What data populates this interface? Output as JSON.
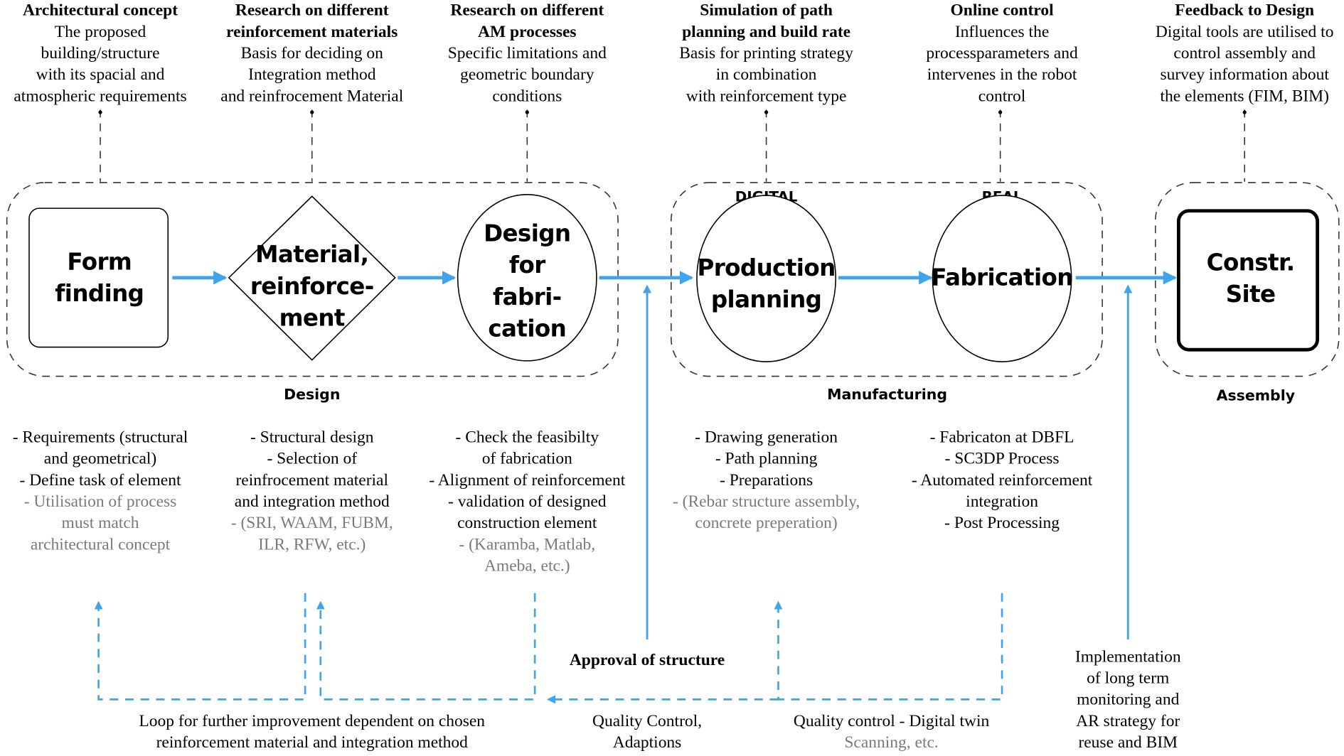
{
  "colors": {
    "accent_blue": "#3fa3ee",
    "text": "#000000",
    "text_muted": "#7a7a7a",
    "group_border": "#333333"
  },
  "top_annotations": [
    {
      "title": [
        "Architectural concept"
      ],
      "lines": [
        "The proposed",
        "building/structure",
        "with its spacial and",
        "atmospheric requirements"
      ]
    },
    {
      "title": [
        "Research on different",
        "reinforcement materials"
      ],
      "lines": [
        "Basis for deciding on",
        "Integration method",
        "and reinfrocement Material"
      ]
    },
    {
      "title": [
        "Research on different",
        "AM processes"
      ],
      "lines": [
        "Specific limitations and",
        "geometric boundary",
        "conditions"
      ]
    },
    {
      "title": [
        "Simulation of path",
        "planning and build rate"
      ],
      "lines": [
        "Basis for printing strategy",
        "in combination",
        "with reinforcement type"
      ]
    },
    {
      "title": [
        "Online control"
      ],
      "lines": [
        "Influences the",
        "processparameters and",
        "intervenes in the robot",
        "control"
      ]
    },
    {
      "title": [
        "Feedback to Design"
      ],
      "lines": [
        "Digital tools are utilised to",
        "control assembly and",
        "survey information about",
        "the elements (FIM, BIM)"
      ]
    }
  ],
  "groups": {
    "design": {
      "label": "Design"
    },
    "manufacturing": {
      "label": "Manufacturing",
      "sublabels": [
        "DIGITAL",
        "REAL"
      ]
    },
    "assembly": {
      "label": "Assembly"
    }
  },
  "nodes": [
    {
      "id": "form-finding",
      "shape": "rounded-rect",
      "lines": [
        "Form",
        "finding"
      ]
    },
    {
      "id": "material-reinforcement",
      "shape": "diamond",
      "lines": [
        "Material,",
        "reinforce-",
        "ment"
      ]
    },
    {
      "id": "design-for-fabrication",
      "shape": "ellipse",
      "lines": [
        "Design",
        "for",
        "fabri-",
        "cation"
      ]
    },
    {
      "id": "production-planning",
      "shape": "ellipse",
      "lines": [
        "Production",
        "planning"
      ]
    },
    {
      "id": "fabrication",
      "shape": "ellipse",
      "lines": [
        "Fabrication"
      ]
    },
    {
      "id": "construction-site",
      "shape": "rounded-rect-bold",
      "lines": [
        "Constr.",
        "Site"
      ]
    }
  ],
  "details": [
    {
      "lines": [
        {
          "text": "- Requirements (structural",
          "muted": false
        },
        {
          "text": "and geometrical)",
          "muted": false
        },
        {
          "text": "- Define task of element",
          "muted": false
        },
        {
          "text": "- Utilisation of process",
          "muted": true
        },
        {
          "text": "must match",
          "muted": true
        },
        {
          "text": "architectural concept",
          "muted": true
        }
      ]
    },
    {
      "lines": [
        {
          "text": "- Structural design",
          "muted": false
        },
        {
          "text": "- Selection of",
          "muted": false
        },
        {
          "text": "reinfrocement material",
          "muted": false
        },
        {
          "text": "and integration method",
          "muted": false
        },
        {
          "text": "- (SRI, WAAM, FUBM,",
          "muted": true
        },
        {
          "text": "ILR, RFW, etc.)",
          "muted": true
        }
      ]
    },
    {
      "lines": [
        {
          "text": "- Check the feasibilty",
          "muted": false
        },
        {
          "text": "of fabrication",
          "muted": false
        },
        {
          "text": "- Alignment of reinforcement",
          "muted": false
        },
        {
          "text": "- validation of designed",
          "muted": false
        },
        {
          "text": "construction element",
          "muted": false
        },
        {
          "text": "- (Karamba, Matlab,",
          "muted": true
        },
        {
          "text": "Ameba, etc.)",
          "muted": true
        }
      ]
    },
    {
      "lines": [
        {
          "text": "- Drawing generation",
          "muted": false
        },
        {
          "text": "- Path planning",
          "muted": false
        },
        {
          "text": "- Preparations",
          "muted": false
        },
        {
          "text": "- (Rebar structure assembly,",
          "muted": true
        },
        {
          "text": "concrete preperation)",
          "muted": true
        }
      ]
    },
    {
      "lines": [
        {
          "text": "- Fabricaton at DBFL",
          "muted": false
        },
        {
          "text": "- SC3DP Process",
          "muted": false
        },
        {
          "text": "- Automated reinforcement",
          "muted": false
        },
        {
          "text": "integration",
          "muted": false
        },
        {
          "text": "- Post Processing",
          "muted": false
        }
      ]
    }
  ],
  "bottom_labels": {
    "approval": "Approval of structure",
    "loop": [
      "Loop for further improvement dependent on chosen",
      "reinforcement material and integration method"
    ],
    "quality_control": [
      "Quality Control,",
      "Adaptions"
    ],
    "digital_twin": [
      {
        "text": "Quality control - Digital twin",
        "muted": false
      },
      {
        "text": "Scanning, etc.",
        "muted": true
      }
    ],
    "monitoring": [
      "Implementation",
      "of long term",
      "monitoring and",
      "AR strategy for",
      "reuse and BIM"
    ]
  }
}
